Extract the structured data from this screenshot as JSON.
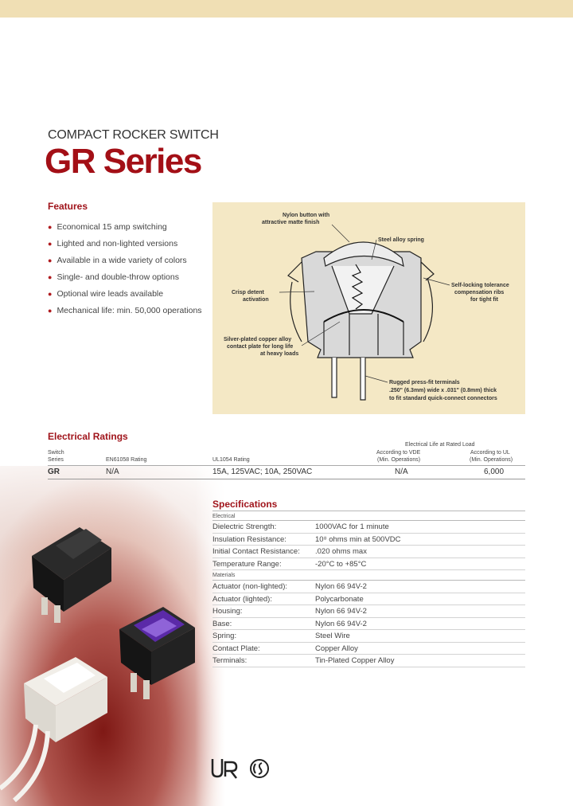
{
  "header": {
    "subtitle": "COMPACT ROCKER SWITCH",
    "title": "GR Series"
  },
  "features": {
    "heading": "Features",
    "items": [
      "Economical 15 amp switching",
      "Lighted and non-lighted versions",
      "Available in a wide variety of colors",
      "Single- and double-throw options",
      "Optional wire leads available",
      "Mechanical life: min. 50,000 operations"
    ]
  },
  "diagram": {
    "callouts": {
      "nylon_button": [
        "Nylon button with",
        "attractive matte finish"
      ],
      "steel_spring": [
        "Steel alloy spring"
      ],
      "self_locking": [
        "Self-locking tolerance",
        "compensation ribs",
        "for tight fit"
      ],
      "crisp_detent": [
        "Crisp detent",
        "activation"
      ],
      "silver_plated": [
        "Silver-plated copper alloy",
        "contact plate for long life",
        "at heavy loads"
      ],
      "rugged_terminals": [
        "Rugged press-fit terminals",
        ".250\" (6.3mm) wide x .031\" (0.8mm) thick",
        "to fit standard quick-connect connectors"
      ]
    }
  },
  "electrical": {
    "heading": "Electrical Ratings",
    "life_header": "Electrical Life at Rated Load",
    "headers": {
      "switch": "Switch",
      "series": "Series",
      "en": "EN61058 Rating",
      "ul": "UL1054 Rating",
      "vde_1": "According to VDE",
      "vde_2": "(Min. Operations)",
      "ul_life_1": "According to UL",
      "ul_life_2": "(Min. Operations)"
    },
    "rows": [
      {
        "series": "GR",
        "en": "N/A",
        "ul": "15A, 125VAC; 10A, 250VAC",
        "vde": "N/A",
        "ul_life": "6,000"
      }
    ]
  },
  "specifications": {
    "heading": "Specifications",
    "electrical_label": "Electrical",
    "electrical": [
      {
        "k": "Dielectric Strength:",
        "v": "1000VAC for 1 minute"
      },
      {
        "k": "Insulation Resistance:",
        "v": "10⁸ ohms min at 500VDC"
      },
      {
        "k": "Initial Contact Resistance:",
        "v": ".020 ohms max"
      },
      {
        "k": "Temperature Range:",
        "v": "-20°C to +85°C"
      }
    ],
    "materials_label": "Materials",
    "materials": [
      {
        "k": "Actuator (non-lighted):",
        "v": "Nylon 66 94V-2"
      },
      {
        "k": "Actuator (lighted):",
        "v": "Polycarbonate"
      },
      {
        "k": "Housing:",
        "v": "Nylon 66 94V-2"
      },
      {
        "k": "Base:",
        "v": "Nylon 66 94V-2"
      },
      {
        "k": "Spring:",
        "v": "Steel Wire"
      },
      {
        "k": "Contact Plate:",
        "v": "Copper Alloy"
      },
      {
        "k": "Terminals:",
        "v": "Tin-Plated Copper Alloy"
      }
    ]
  },
  "colors": {
    "accent_red": "#a30f16",
    "top_band": "#f0dfb4",
    "diagram_bg": "#f4e8c5"
  },
  "icons": [
    "ur-recognized-logo",
    "csa-logo",
    "bullet-dot-icon"
  ]
}
